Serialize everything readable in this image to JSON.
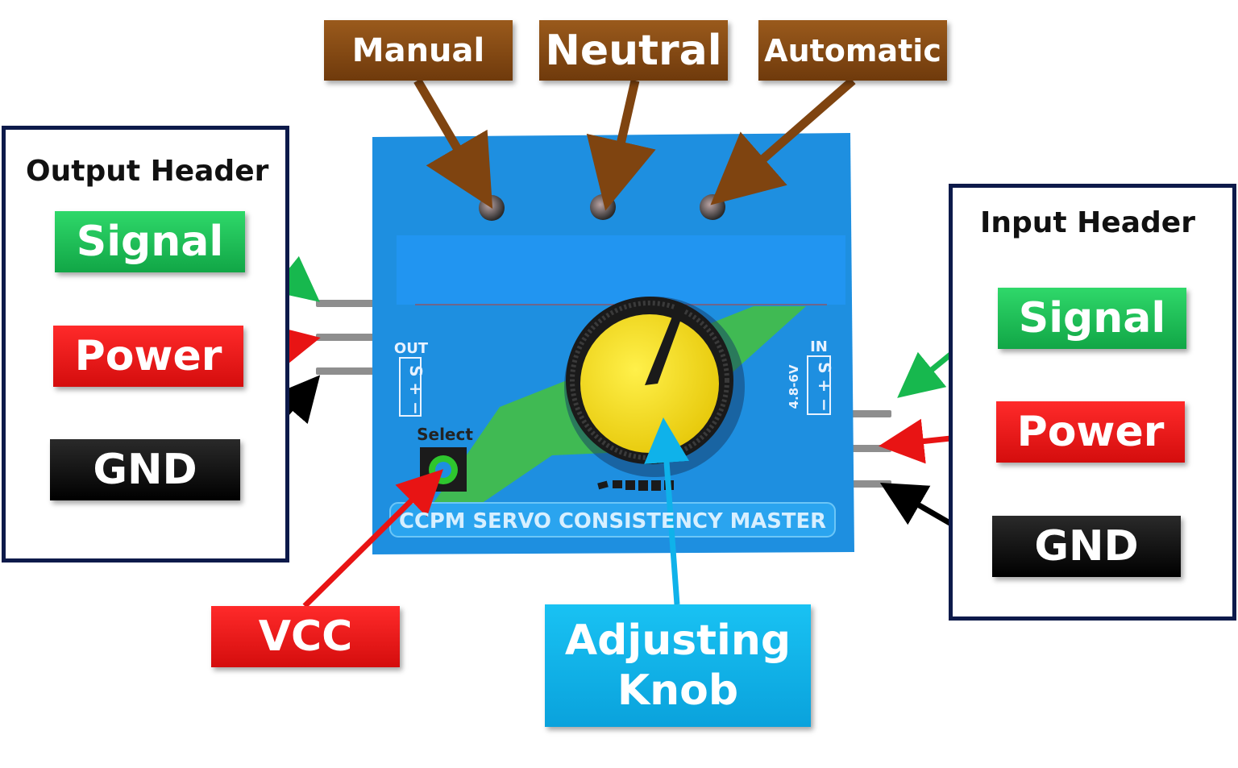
{
  "modes": {
    "manual": "Manual",
    "neutral": "Neutral",
    "automatic": "Automatic"
  },
  "output_header": {
    "title": "Output Header",
    "signal": "Signal",
    "power": "Power",
    "gnd": "GND"
  },
  "input_header": {
    "title": "Input Header",
    "signal": "Signal",
    "power": "Power",
    "gnd": "GND"
  },
  "vcc": "VCC",
  "knob": {
    "line1": "Adjusting",
    "line2": "Knob"
  },
  "board": {
    "out_label": "OUT",
    "out_pins": "S + −",
    "in_label": "IN",
    "in_pins": "S + −",
    "voltage": "4.8-6V",
    "select_label": "Select",
    "product_name": "CCPM SERVO CONSISTENCY MASTER"
  },
  "colors": {
    "signal": "#17b84e",
    "power": "#e81414",
    "gnd": "#000000",
    "mode": "#7f4410",
    "knob_label": "#0fb2ea",
    "board": "#1e8fe0",
    "header_border": "#0d1a4a"
  }
}
